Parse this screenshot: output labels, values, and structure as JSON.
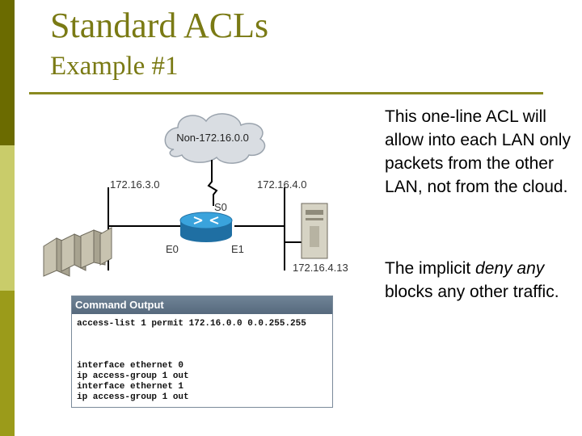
{
  "slide": {
    "title": "Standard ACLs",
    "subtitle": "Example #1",
    "bullets": [
      "This one-line ACL will allow into each LAN only packets from the other LAN, not from the cloud.",
      "The implicit deny any blocks any other traffic."
    ],
    "bullet2_parts": {
      "pre": "The implicit ",
      "em": "deny any",
      "post": " blocks any other traffic."
    }
  },
  "diagram": {
    "cloud_label": "Non-172.16.0.0",
    "left_network": "172.16.3.0",
    "right_network": "172.16.4.0",
    "serial_interface": "S0",
    "left_interface": "E0",
    "right_interface": "E1",
    "host_address": "172.16.4.13"
  },
  "command_output": {
    "header": "Command Output",
    "lines": [
      "access-list 1 permit 172.16.0.0 0.0.255.255",
      "interface ethernet 0",
      "ip access-group 1 out",
      "interface ethernet 1",
      "ip access-group 1 out"
    ]
  },
  "colors": {
    "accent": "#7a7a14",
    "sidebar_dark": "#6b6b00",
    "sidebar_light": "#c9cc6a",
    "router_blue": "#2a8fc8"
  }
}
